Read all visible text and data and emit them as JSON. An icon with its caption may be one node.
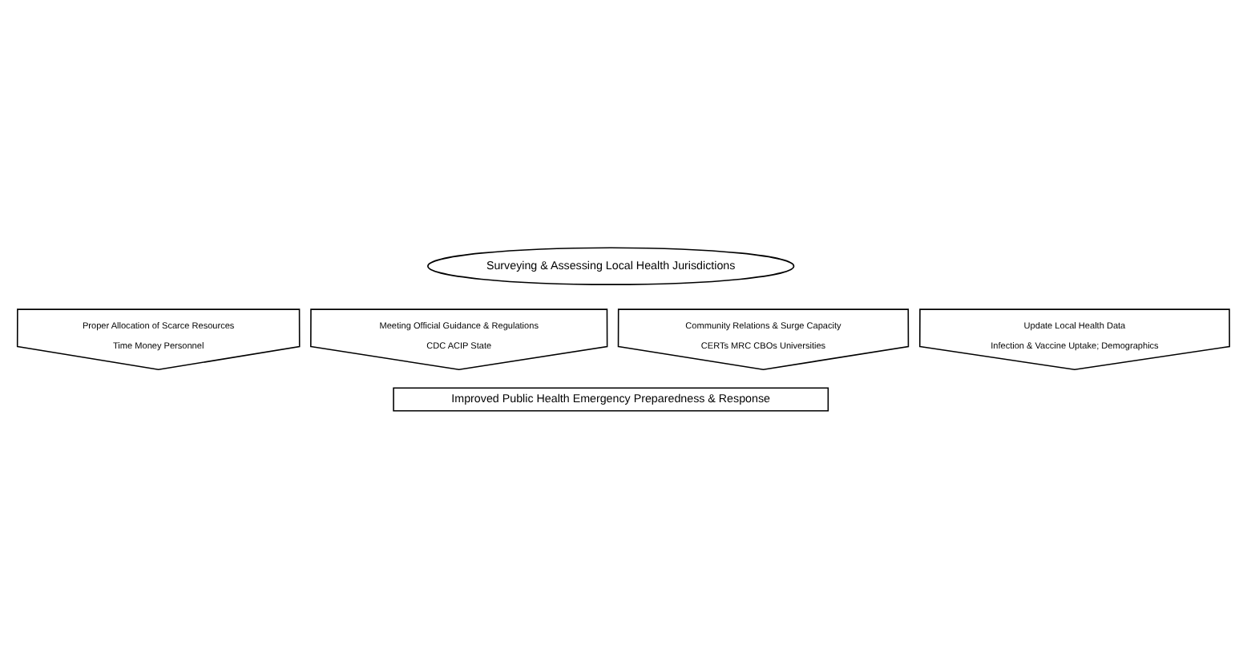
{
  "diagram": {
    "nodes": [
      {
        "text": [
          "Surveying & Assessing Local Health Jurisdictions"
        ]
      },
      {
        "text": [
          "Proper Allocation of Scarce Resources",
          "Time Money Personnel"
        ]
      },
      {
        "text": [
          "Meeting Official Guidance & Regulations",
          "CDC ACIP State"
        ]
      },
      {
        "text": [
          "Community Relations & Surge Capacity",
          "CERTs MRC CBOs Universities"
        ]
      },
      {
        "text": [
          "Update Local Health Data",
          "Infection & Vaccine Uptake; Demographics"
        ]
      },
      {
        "text": [
          "Improved Public Health Emergency Preparedness & Response"
        ]
      }
    ]
  }
}
